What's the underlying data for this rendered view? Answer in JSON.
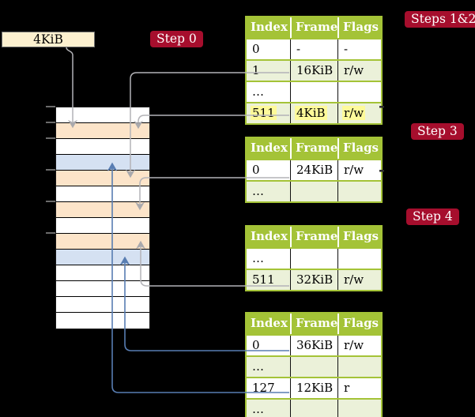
{
  "frame_box": {
    "label": "4KiB"
  },
  "badges": {
    "step0": "Step 0",
    "steps12": "Steps 1&2",
    "step3": "Step 3",
    "step4": "Step 4"
  },
  "memory_column": {
    "rows": [
      {
        "kind": "free"
      },
      {
        "kind": "table"
      },
      {
        "kind": "free"
      },
      {
        "kind": "data"
      },
      {
        "kind": "table"
      },
      {
        "kind": "free"
      },
      {
        "kind": "table"
      },
      {
        "kind": "free"
      },
      {
        "kind": "table"
      },
      {
        "kind": "data"
      },
      {
        "kind": "free"
      },
      {
        "kind": "free"
      },
      {
        "kind": "free"
      },
      {
        "kind": "free"
      }
    ]
  },
  "page_tables": [
    {
      "step": "Steps 1&2",
      "columns": [
        "Index",
        "Frame",
        "Flags"
      ],
      "rows": [
        {
          "index": "0",
          "frame": "-",
          "flags": "-",
          "tone": "white",
          "highlight": false
        },
        {
          "index": "1",
          "frame": "16KiB",
          "flags": "r/w",
          "tone": "green",
          "highlight": false
        },
        {
          "index": "…",
          "frame": "",
          "flags": "",
          "tone": "white",
          "highlight": false
        },
        {
          "index": "511",
          "frame": "4KiB",
          "flags": "r/w",
          "tone": "green",
          "highlight": true
        }
      ]
    },
    {
      "step": "Step 3",
      "columns": [
        "Index",
        "Frame",
        "Flags"
      ],
      "rows": [
        {
          "index": "0",
          "frame": "24KiB",
          "flags": "r/w",
          "tone": "white",
          "highlight": false
        },
        {
          "index": "…",
          "frame": "",
          "flags": "",
          "tone": "green",
          "highlight": false
        }
      ]
    },
    {
      "step": "Step 4",
      "columns": [
        "Index",
        "Frame",
        "Flags"
      ],
      "rows": [
        {
          "index": "…",
          "frame": "",
          "flags": "",
          "tone": "white",
          "highlight": false
        },
        {
          "index": "511",
          "frame": "32KiB",
          "flags": "r/w",
          "tone": "green",
          "highlight": false
        }
      ]
    },
    {
      "step": "",
      "columns": [
        "Index",
        "Frame",
        "Flags"
      ],
      "rows": [
        {
          "index": "0",
          "frame": "36KiB",
          "flags": "r/w",
          "tone": "white",
          "highlight": false
        },
        {
          "index": "…",
          "frame": "",
          "flags": "",
          "tone": "green",
          "highlight": false
        },
        {
          "index": "127",
          "frame": "12KiB",
          "flags": "r",
          "tone": "white",
          "highlight": false
        },
        {
          "index": "…",
          "frame": "",
          "flags": "",
          "tone": "green",
          "highlight": false
        }
      ]
    }
  ],
  "connections": [
    {
      "from": "frame-box-4KiB",
      "to": "memory-frame-4KiB",
      "color": "gray"
    },
    {
      "from": "table1-row-1",
      "to": "memory-frame-16KiB",
      "color": "gray"
    },
    {
      "from": "table1-row-511",
      "to": "memory-frame-4KiB",
      "color": "gray"
    },
    {
      "from": "table2-row-0",
      "to": "memory-frame-24KiB",
      "color": "gray"
    },
    {
      "from": "table3-row-511",
      "to": "memory-frame-32KiB",
      "color": "gray"
    },
    {
      "from": "table4-row-0",
      "to": "memory-frame-36KiB",
      "color": "blue"
    },
    {
      "from": "table4-row-127",
      "to": "memory-frame-12KiB",
      "color": "blue"
    }
  ],
  "colors": {
    "background": "#000000",
    "badge_red": "#a60e2d",
    "table_header_green": "#a4c337",
    "table_row_green": "#ebf1d9",
    "frame_table_wheat": "#fce4c9",
    "frame_data_blue": "#d5e1f2",
    "frame_box_cream": "#fcf0cf",
    "highlight_yellow": "#fdfa9a",
    "line_gray": "#b3b3b7",
    "line_blue": "#5a7cb0"
  }
}
